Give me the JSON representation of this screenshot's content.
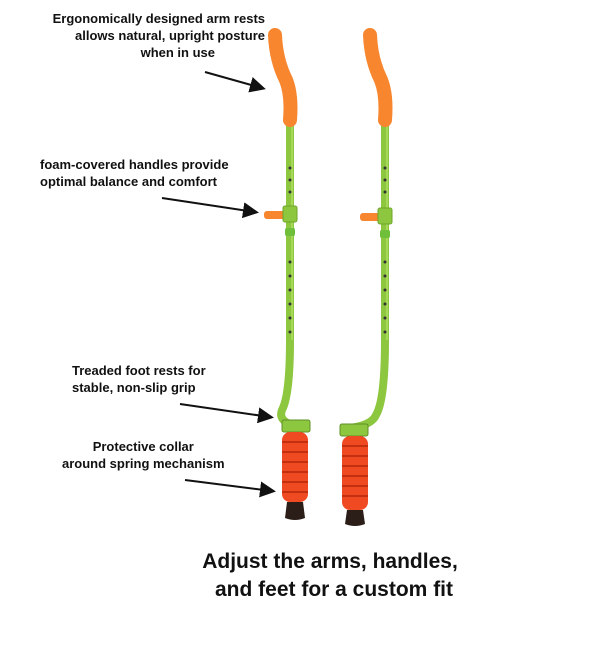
{
  "callouts": {
    "arm_rests": [
      "Ergonomically designed arm rests",
      "allows natural, upright posture",
      "when in use"
    ],
    "handles": [
      "foam-covered handles provide",
      "optimal balance and comfort"
    ],
    "foot_rests": [
      "Treaded foot rests for",
      "stable, non-slip grip"
    ],
    "collar": [
      "Protective collar",
      "around spring mechanism"
    ]
  },
  "caption": [
    "Adjust the arms, handles,",
    "and feet for a custom fit"
  ],
  "colors": {
    "pole": "#8dc63f",
    "foam": "#f7862f",
    "collar": "#f04a23",
    "tip": "#2b1d17",
    "text": "#111111"
  }
}
